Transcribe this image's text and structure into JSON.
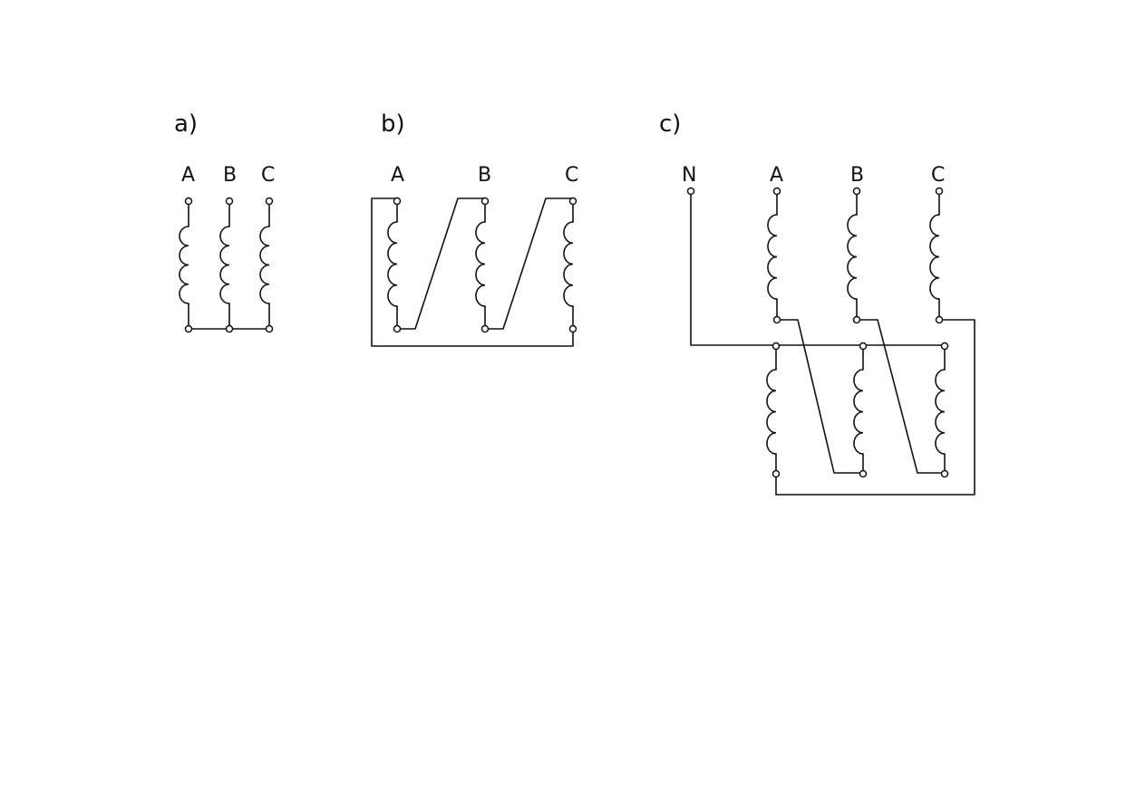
{
  "panels": {
    "a": {
      "label": "a)",
      "phases": [
        "A",
        "B",
        "C"
      ]
    },
    "b": {
      "label": "b)",
      "phases": [
        "A",
        "B",
        "C"
      ]
    },
    "c": {
      "label": "c)",
      "phases": [
        "A",
        "B",
        "C"
      ],
      "neutral": "N"
    }
  },
  "colors": {
    "ink": "#111111",
    "background": "#ffffff"
  }
}
